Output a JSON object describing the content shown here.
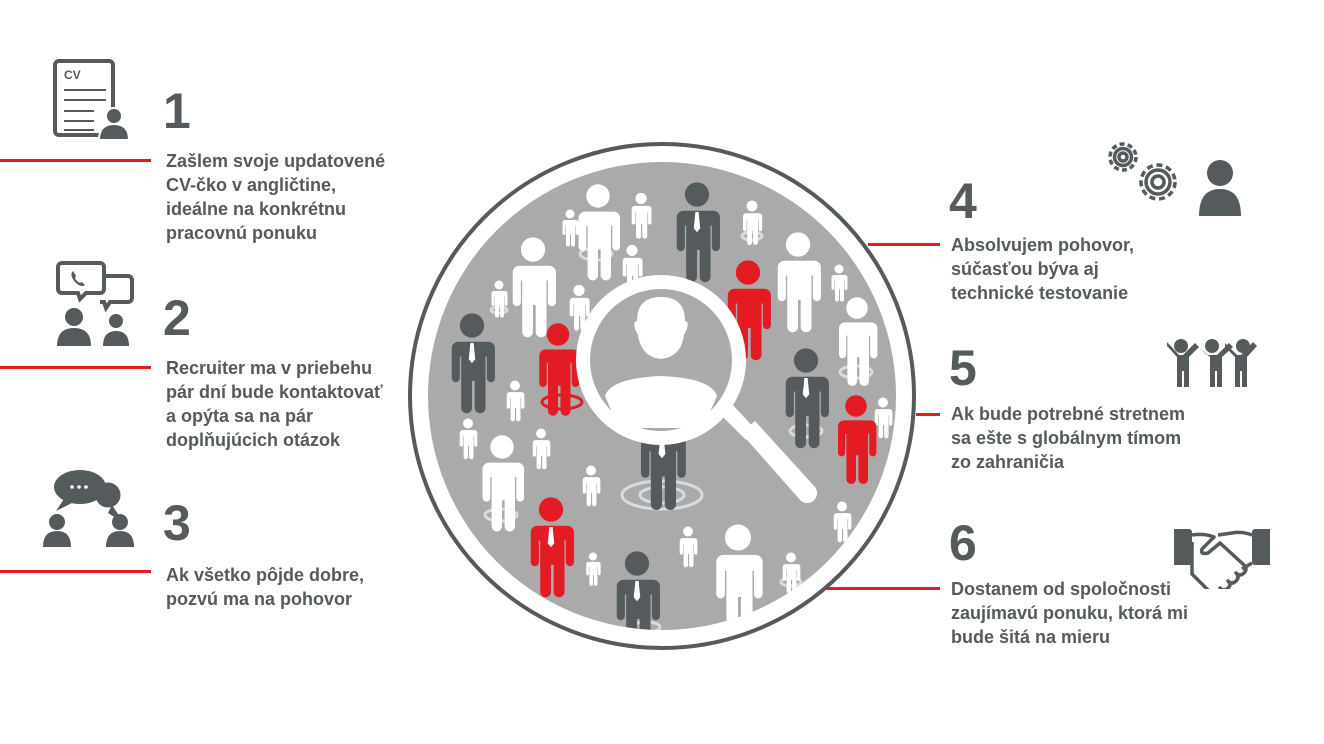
{
  "colors": {
    "text": "#555a5c",
    "accent_red": "#e31b23",
    "circle_ring": "#555a5c",
    "circle_fill": "#aaaaaa",
    "figure_white": "#ffffff",
    "figure_dark": "#555a5c",
    "figure_red": "#e31b23",
    "base_ring": "#d5dce4"
  },
  "steps": [
    {
      "number": "1",
      "icon": "cv-document-person-icon",
      "lines": [
        "Zašlem svoje updatovené",
        "CV-čko v angličtine,",
        "ideálne na konkrétnu",
        "pracovnú ponuku"
      ]
    },
    {
      "number": "2",
      "icon": "phone-chat-two-people-icon",
      "lines": [
        "Recruiter ma v priebehu",
        "pár dní bude kontaktovať",
        "a opýta sa na pár",
        "doplňujúcich otázok"
      ]
    },
    {
      "number": "3",
      "icon": "conversation-two-people-icon",
      "lines": [
        "Ak všetko pôjde dobre,",
        "pozvú ma na pohovor"
      ]
    },
    {
      "number": "4",
      "icon": "gears-person-icon",
      "lines": [
        "Absolvujem pohovor,",
        "súčasťou býva aj",
        "technické testovanie"
      ]
    },
    {
      "number": "5",
      "icon": "team-people-icon",
      "lines": [
        "Ak bude potrebné stretnem",
        "sa ešte s globálnym tímom",
        "zo zahraničia"
      ]
    },
    {
      "number": "6",
      "icon": "handshake-icon",
      "lines": [
        "Dostanem od spoločnosti",
        "zaujímavú ponuku, ktorá mi",
        "bude šitá na mieru"
      ]
    }
  ],
  "center": {
    "icon": "magnifier-candidate-search-icon",
    "cv_label": "CV"
  }
}
